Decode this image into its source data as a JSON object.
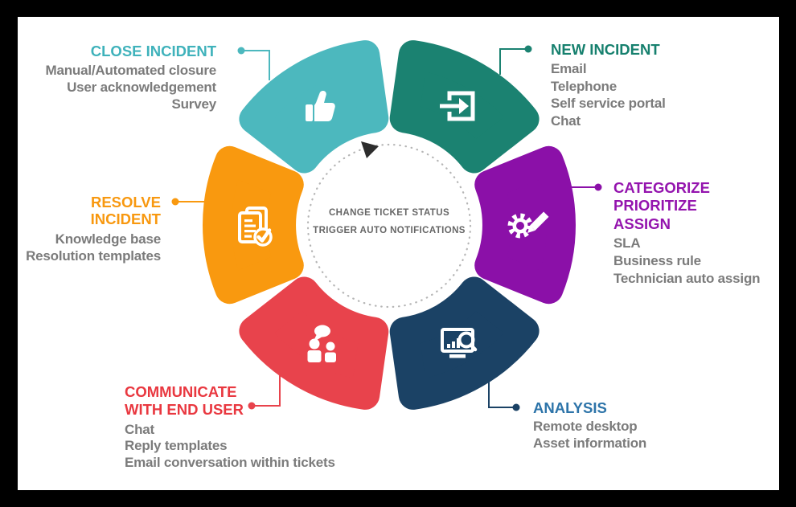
{
  "diagram": {
    "type": "incident-management-lifecycle-wheel",
    "frame_color": "#000000",
    "panel_background": "#ffffff",
    "dashed_circle_color": "#b5b5b5",
    "direction_arrow_color": "#2d2d2d",
    "item_text_color": "#7b7b7b"
  },
  "center": {
    "line1": "CHANGE TICKET STATUS",
    "line2": "TRIGGER AUTO NOTIFICATIONS",
    "text_color": "#666666"
  },
  "sections": [
    {
      "id": "new-incident",
      "title_lines": [
        "NEW INCIDENT"
      ],
      "items": [
        "Email",
        "Telephone",
        "Self service portal",
        "Chat"
      ],
      "color": "#1B8271",
      "title_color": "#16806E",
      "icon": "login-arrow-icon",
      "position": "top-right"
    },
    {
      "id": "categorize-prioritize-assign",
      "title_lines": [
        "CATEGORIZE",
        "PRIORITIZE",
        "ASSIGN"
      ],
      "items": [
        "SLA",
        "Business rule",
        "Technician auto assign"
      ],
      "color": "#8B10A8",
      "title_color": "#9414AE",
      "icon": "gear-pencil-icon",
      "position": "right"
    },
    {
      "id": "analysis",
      "title_lines": [
        "ANALYSIS"
      ],
      "items": [
        "Remote desktop",
        "Asset information"
      ],
      "color": "#1B4265",
      "title_color": "#2D74A9",
      "icon": "monitor-search-icon",
      "position": "bottom-right"
    },
    {
      "id": "communicate-with-end-user",
      "title_lines": [
        "COMMUNICATE",
        "WITH END USER"
      ],
      "items": [
        "Chat",
        "Reply templates",
        "Email conversation within tickets"
      ],
      "color": "#E8434C",
      "title_color": "#E93840",
      "icon": "people-chat-icon",
      "position": "bottom-left"
    },
    {
      "id": "resolve-incident",
      "title_lines": [
        "RESOLVE",
        "INCIDENT"
      ],
      "items": [
        "Knowledge base",
        "Resolution templates"
      ],
      "color": "#F9990F",
      "title_color": "#F8980F",
      "icon": "docs-check-icon",
      "position": "left"
    },
    {
      "id": "close-incident",
      "title_lines": [
        "CLOSE INCIDENT"
      ],
      "items": [
        "Manual/Automated closure",
        "User acknowledgement",
        "Survey"
      ],
      "color": "#4CB8BE",
      "title_color": "#3FB2BB",
      "icon": "thumbs-up-icon",
      "position": "top-left"
    }
  ]
}
